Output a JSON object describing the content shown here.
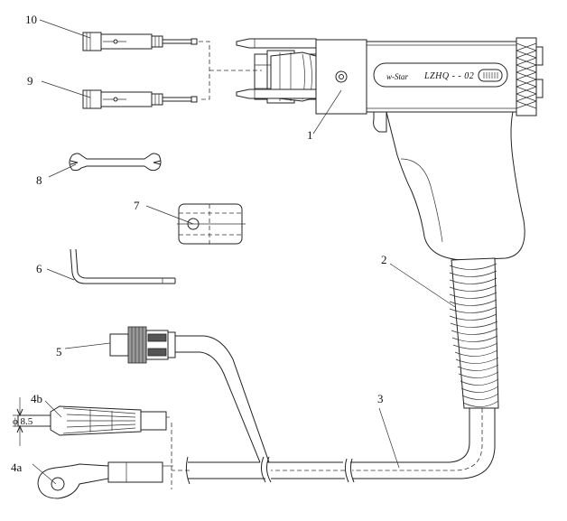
{
  "parts": [
    {
      "num": "1"
    },
    {
      "num": "2"
    },
    {
      "num": "3"
    },
    {
      "num": "4a"
    },
    {
      "num": "4b"
    },
    {
      "num": "5"
    },
    {
      "num": "6"
    },
    {
      "num": "7"
    },
    {
      "num": "8"
    },
    {
      "num": "9"
    },
    {
      "num": "10"
    }
  ],
  "gun": {
    "brand": "w-Star",
    "model": "LZHQ - - 02"
  },
  "dimension": {
    "diameter": "ϕ 8.5"
  }
}
